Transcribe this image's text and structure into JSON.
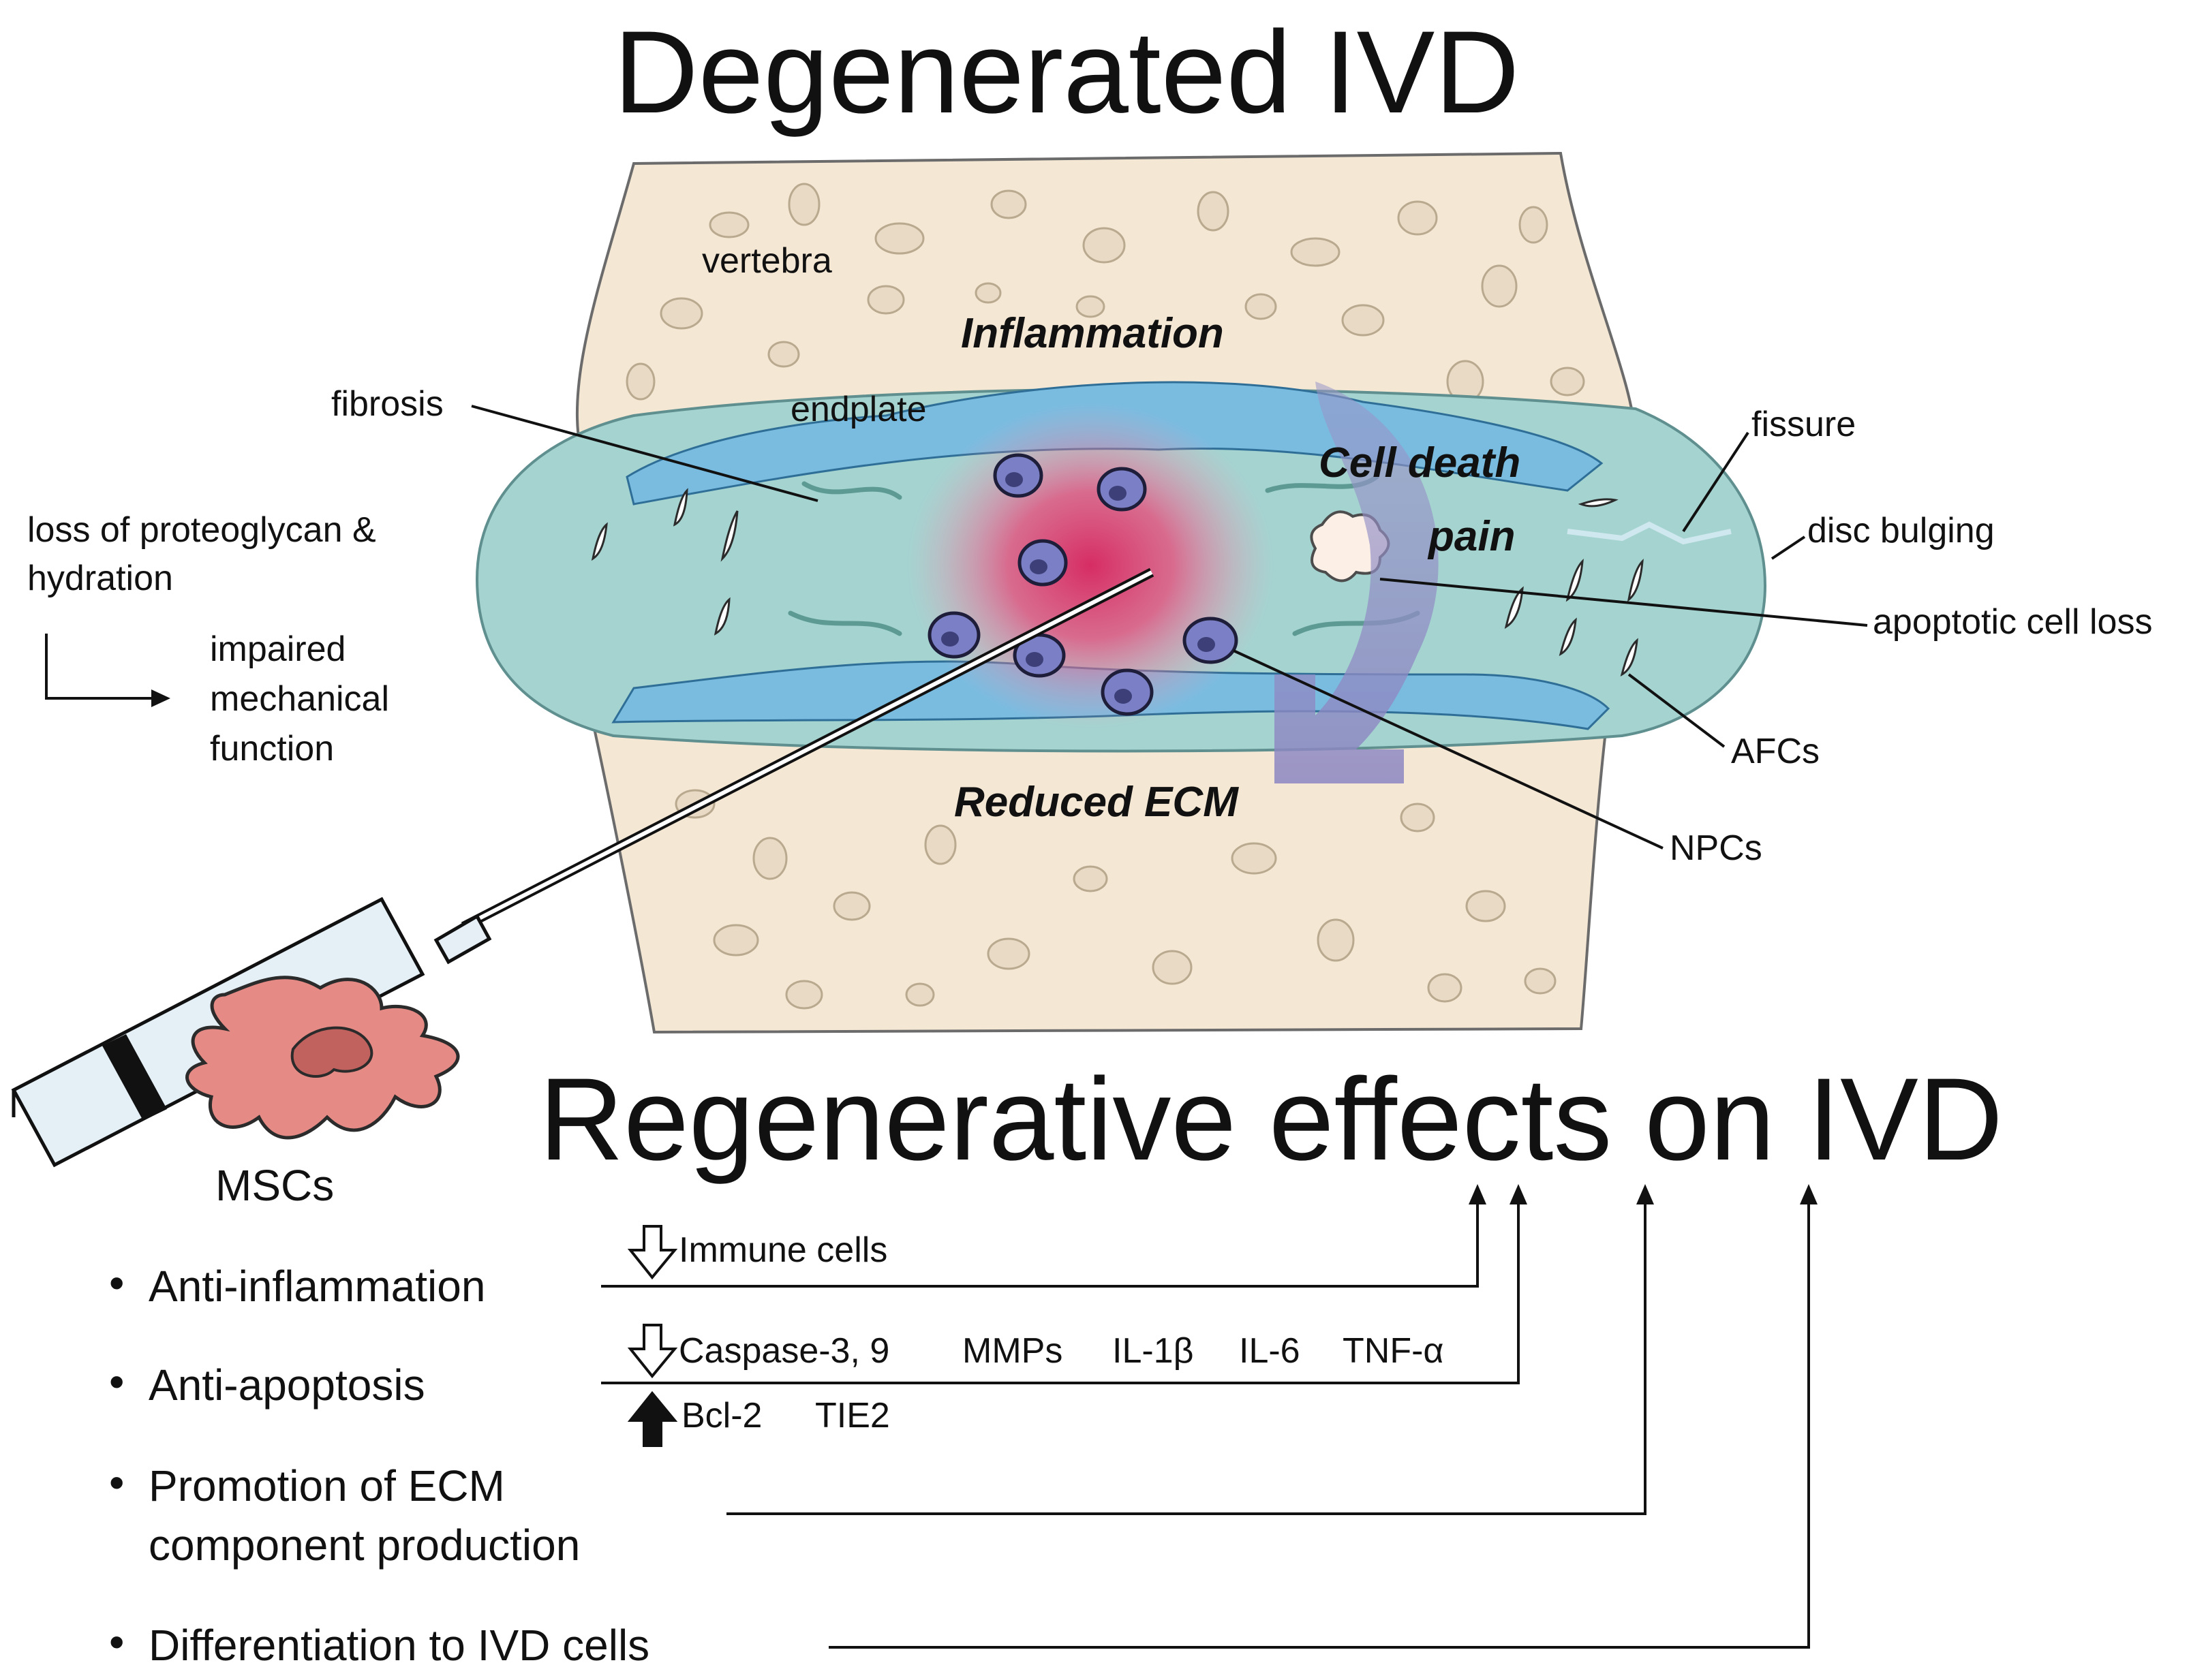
{
  "titles": {
    "top": "Degenerated IVD",
    "bottom": "Regenerative effects on IVD"
  },
  "labels": {
    "vertebra": "vertebra",
    "inflammation": "Inflammation",
    "endplate": "endplate",
    "fibrosis": "fibrosis",
    "cell_death": "Cell death",
    "pain": "pain",
    "fissure": "fissure",
    "disc_bulging": "disc bulging",
    "apoptotic": "apoptotic cell loss",
    "afcs": "AFCs",
    "npcs": "NPCs",
    "reduced_ecm": "Reduced ECM",
    "loss_line1": "loss of proteoglycan &",
    "loss_line2": "hydration",
    "impaired_line1": "impaired",
    "impaired_line2": "mechanical",
    "impaired_line3": "function",
    "mscs": "MSCs"
  },
  "effects": {
    "immune": "Immune cells",
    "caspase": "Caspase-3, 9",
    "mmps": "MMPs",
    "il1b": "IL-1β",
    "il6": "IL-6",
    "tnfa": "TNF-α",
    "bcl2": "Bcl-2",
    "tie2": "TIE2"
  },
  "bullets": [
    {
      "line1": "Anti-inflammation",
      "line2": ""
    },
    {
      "line1": "Anti-apoptosis",
      "line2": ""
    },
    {
      "line1": "Promotion of ECM",
      "line2": "component production"
    },
    {
      "line1": "Differentiation to IVD cells",
      "line2": ""
    }
  ],
  "bullet_mark": "•",
  "colors": {
    "bone": "#f3e6d3",
    "bone_spot": "#e8d8c2",
    "annulus": "#9fd1cf",
    "endplate": "#7bbfe0",
    "nucleus": "#e04a7a",
    "npc_fill": "#7a7fc4",
    "msc": "#e58a85",
    "arrow": "#8a88c0"
  }
}
